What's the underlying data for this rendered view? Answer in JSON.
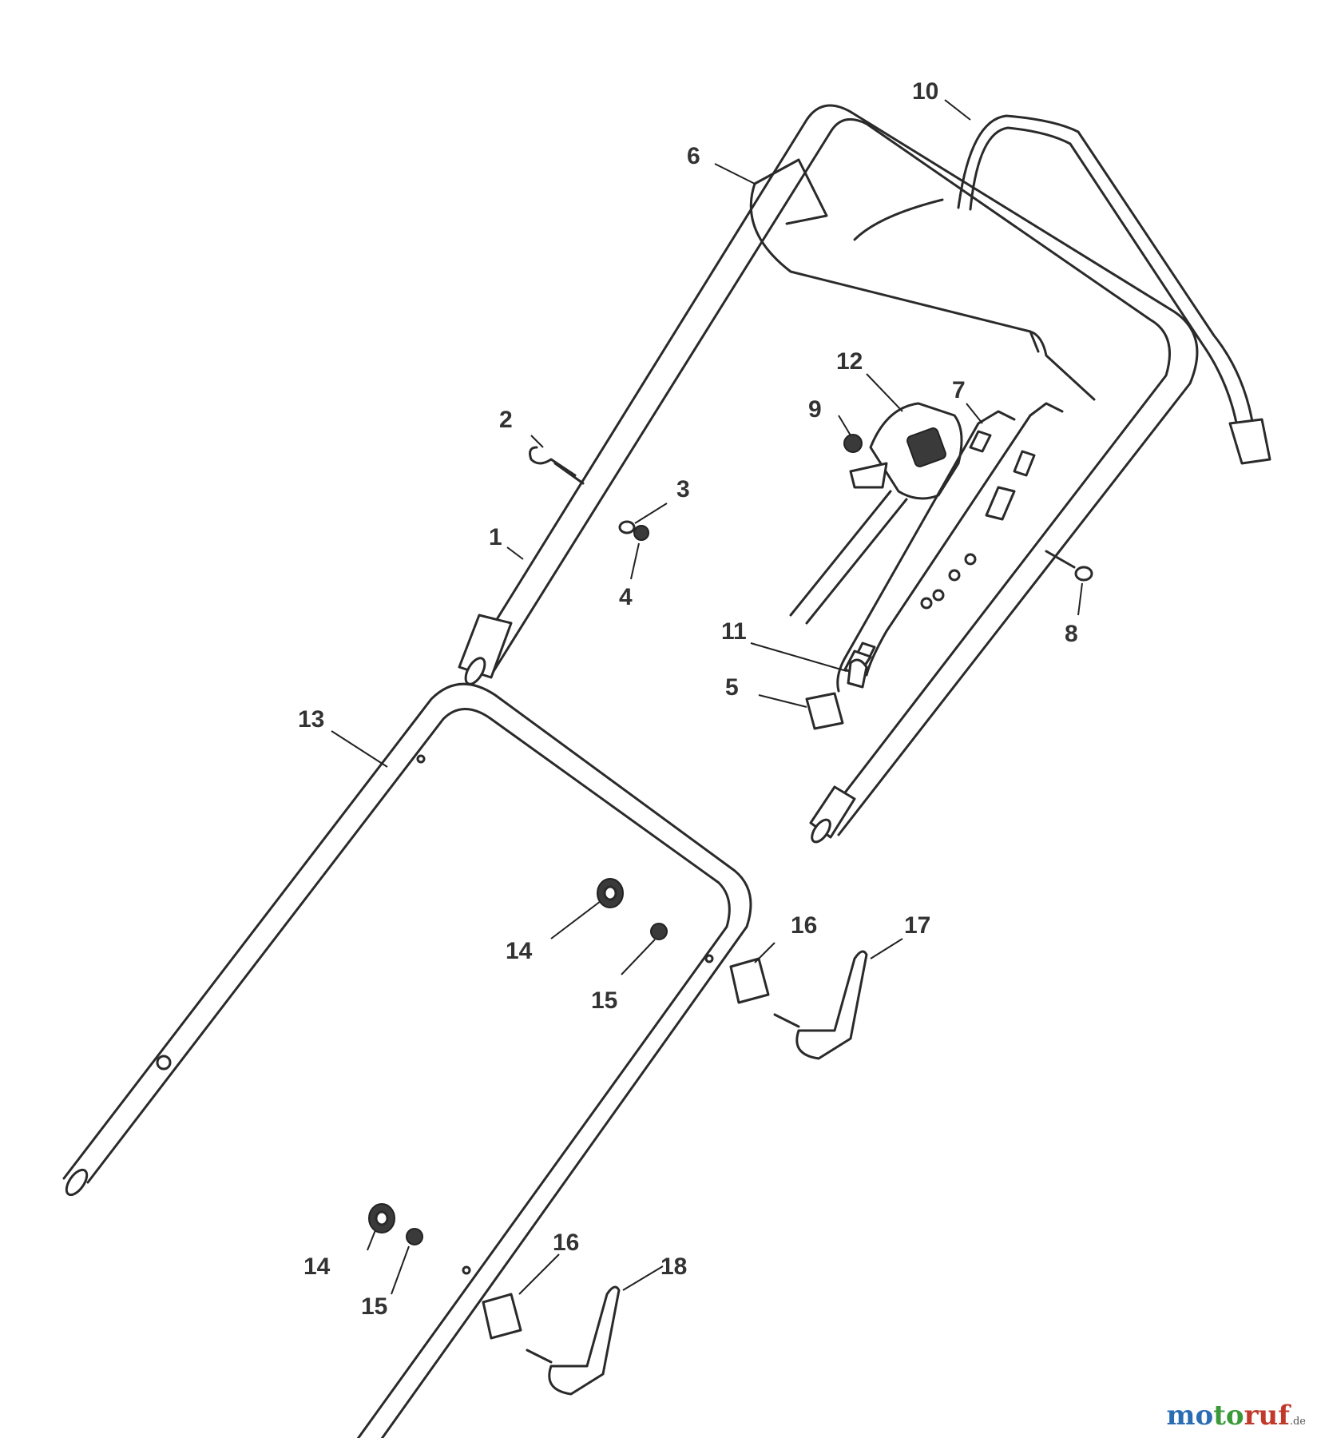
{
  "diagram": {
    "callouts": [
      {
        "id": "p1",
        "label": "1"
      },
      {
        "id": "p2",
        "label": "2"
      },
      {
        "id": "p3",
        "label": "3"
      },
      {
        "id": "p4",
        "label": "4"
      },
      {
        "id": "p5",
        "label": "5"
      },
      {
        "id": "p6",
        "label": "6"
      },
      {
        "id": "p7",
        "label": "7"
      },
      {
        "id": "p8",
        "label": "8"
      },
      {
        "id": "p9",
        "label": "9"
      },
      {
        "id": "p10",
        "label": "10"
      },
      {
        "id": "p11",
        "label": "11"
      },
      {
        "id": "p12",
        "label": "12"
      },
      {
        "id": "p13",
        "label": "13"
      },
      {
        "id": "p14a",
        "label": "14"
      },
      {
        "id": "p14b",
        "label": "14"
      },
      {
        "id": "p15a",
        "label": "15"
      },
      {
        "id": "p15b",
        "label": "15"
      },
      {
        "id": "p16a",
        "label": "16"
      },
      {
        "id": "p16b",
        "label": "16"
      },
      {
        "id": "p17",
        "label": "17"
      },
      {
        "id": "p18",
        "label": "18"
      }
    ]
  },
  "watermark": {
    "part1": "mo",
    "part2": "to",
    "part3": "ruf",
    "tld": ".de"
  }
}
